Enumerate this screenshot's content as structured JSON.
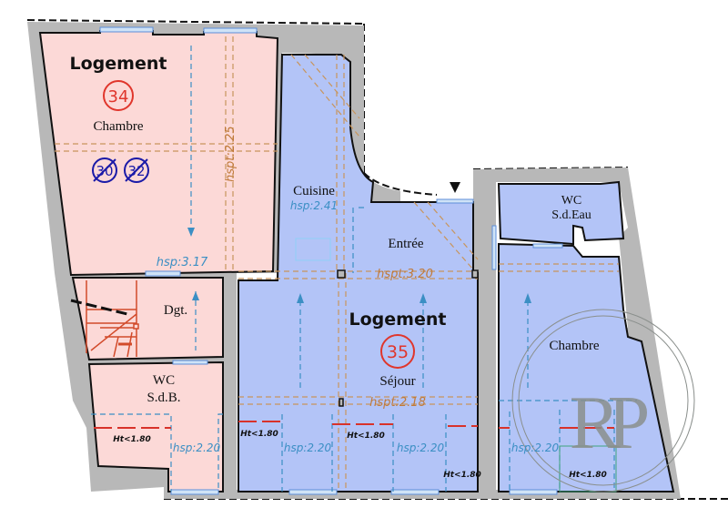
{
  "colors": {
    "wall": "#b8b8b8",
    "pink_room": "#fcd9d7",
    "blue_room": "#b3c4f7",
    "outline": "#111111",
    "logement_number": "#e0362c",
    "crossed_number": "#1a1aa8",
    "hsp_label": "#3b8fc4",
    "hspt_label": "#c07a3a",
    "ht_line": "#d8322a",
    "watermark": "#8a8f8c"
  },
  "units": [
    {
      "label": "Logement",
      "number": "34",
      "crossed_numbers": [
        "30",
        "32"
      ],
      "rooms": [
        {
          "name": "Chambre",
          "height": "hsp:3.17"
        },
        {
          "name": "Dgt."
        },
        {
          "name": "WC",
          "subname": "S.d.B.",
          "height": "hsp:2.20",
          "low_height": "Ht<1.80"
        }
      ],
      "ceiling_heights": [
        "hspt:2.25"
      ]
    },
    {
      "label": "Logement",
      "number": "35",
      "rooms": [
        {
          "name": "Cuisine",
          "height": "hsp:2.41"
        },
        {
          "name": "Entrée"
        },
        {
          "name": "Séjour"
        },
        {
          "name": "WC",
          "subname": "S.d.Eau"
        },
        {
          "name": "Chambre"
        }
      ],
      "ceiling_heights": [
        "hspt:3.20",
        "hspt:2.18"
      ],
      "bottom_heights": [
        "hsp:2.20",
        "hsp:2.20",
        "hsp:2.20"
      ],
      "low_heights": [
        "Ht<1.80",
        "Ht<1.80",
        "Ht<1.80",
        "Ht<1.80"
      ]
    }
  ],
  "labels": {
    "logement34": "Logement",
    "num34": "34",
    "chambre34": "Chambre",
    "crossed1": "30",
    "crossed2": "32",
    "hsp317": "hsp:3.17",
    "hspt225": "hspt:2.25",
    "dgt": "Dgt.",
    "wc1": "WC",
    "sdb": "S.d.B.",
    "ht1": "Ht<1.80",
    "hsp220a": "hsp:2.20",
    "cuisine": "Cuisine",
    "hsp241": "hsp:2.41",
    "entree": "Entrée",
    "hspt320": "hspt:3.20",
    "logement35": "Logement",
    "num35": "35",
    "sejour": "Séjour",
    "hspt218": "hspt:2.18",
    "ht2": "Ht<1.80",
    "hsp220b": "hsp:2.20",
    "ht3": "Ht<1.80",
    "hsp220c": "hsp:2.20",
    "ht4": "Ht<1.80",
    "wc2": "WC",
    "sdeau": "S.d.Eau",
    "chambre35": "Chambre",
    "hsp220d": "hsp:2.20",
    "ht5": "Ht<1.80",
    "watermark": "RP"
  },
  "icons": {
    "entrance_marker": "triangle-down"
  }
}
